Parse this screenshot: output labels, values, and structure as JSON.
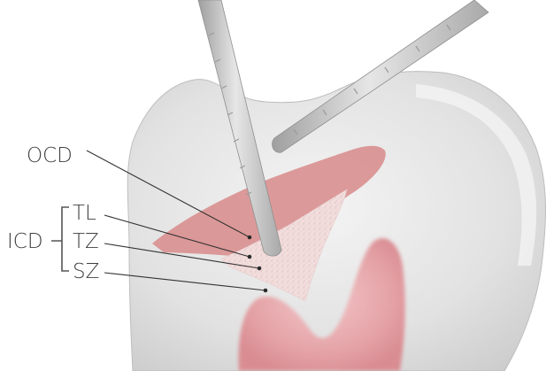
{
  "labels": {
    "ocd": "OCD",
    "icd": "ICD",
    "tl": "TL",
    "tz": "TZ",
    "sz": "SZ"
  },
  "colors": {
    "tooth_shade": "#e9e9e9",
    "lesion_pink": "#d98f8f",
    "pulp_pink": "#e7aaae",
    "dentin_speckle": "#f1dede",
    "probe_gray": "#cfcfcf"
  }
}
